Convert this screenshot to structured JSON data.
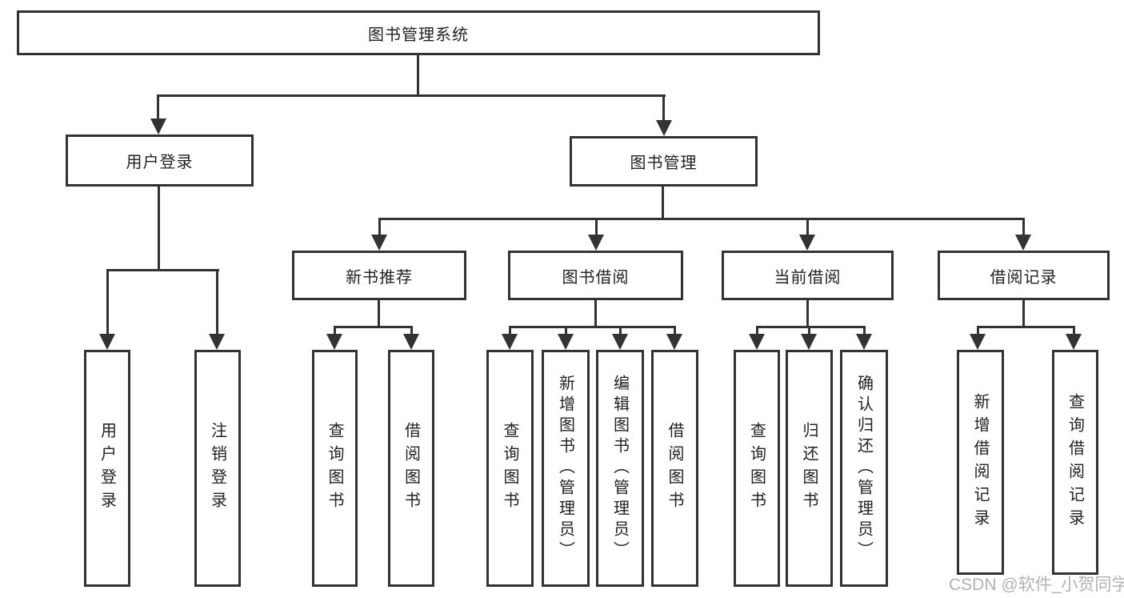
{
  "diagram": {
    "root": "图书管理系统",
    "branches": [
      {
        "label": "用户登录",
        "children": [
          "用户登录",
          "注销登录"
        ]
      },
      {
        "label": "图书管理",
        "sections": [
          {
            "label": "新书推荐",
            "children": [
              "查询图书",
              "借阅图书"
            ]
          },
          {
            "label": "图书借阅",
            "children": [
              "查询图书",
              "新增图书（管理员）",
              "编辑图书（管理员）",
              "借阅图书"
            ]
          },
          {
            "label": "当前借阅",
            "children": [
              "查询图书",
              "归还图书",
              "确认归还（管理员）"
            ]
          },
          {
            "label": "借阅记录",
            "children": [
              "新增借阅记录",
              "查询借阅记录"
            ]
          }
        ]
      }
    ]
  },
  "watermark": "CSDN @软件_小贺同学",
  "colors": {
    "line": "#333333",
    "text": "#222222",
    "background": "#ffffff",
    "watermark": "#a8aaaf"
  }
}
